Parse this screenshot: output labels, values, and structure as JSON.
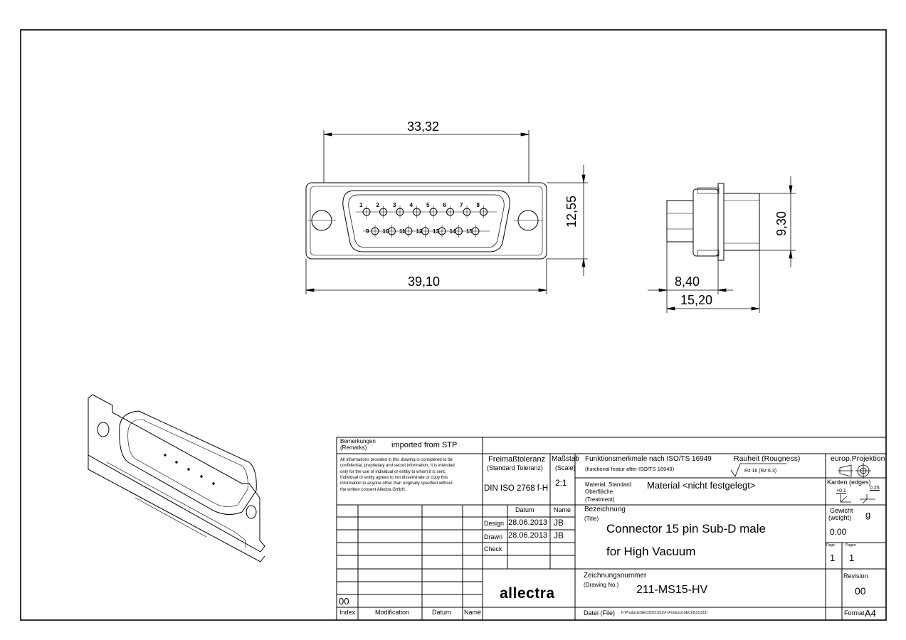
{
  "dimensions": {
    "front_width_inner": "33,32",
    "front_width_outer": "39,10",
    "front_height": "12,55",
    "side_height": "9,30",
    "side_depth_a": "8,40",
    "side_depth_b": "15,20"
  },
  "pins": {
    "top_row": [
      "1",
      "2",
      "3",
      "4",
      "5",
      "6",
      "7",
      "8"
    ],
    "bottom_row": [
      "9",
      "10",
      "11",
      "12",
      "13",
      "14",
      "15"
    ]
  },
  "title_block": {
    "remarks_label_de": "Bemerkungen",
    "remarks_label_en": "(Remarks)",
    "remarks_value": "imported from STP",
    "confidential_note": [
      "All informations provided in this drawing is considered to be",
      "confidential, proprietary and secret information. It is intended",
      "only for the use of individual or entitiy to whom it is sent.",
      "Individual or entity agrees to not disseminate or copy this",
      "information to anyone other than originally specified without",
      "the written consent Allectra GmbH."
    ],
    "tolerance_label_de": "Freimaßtoleranz",
    "tolerance_label_en": "(Standard Toleranz)",
    "tolerance_value": "DIN ISO 2768 f-H",
    "scale_label_de": "Maßstab",
    "scale_label_en": "(Scale)",
    "scale_value": "2:1",
    "functional_label_de": "Funktionsmerkmale nach ISO/TS 16949",
    "functional_label_en": "(functional featur after ISO/TS 16949)",
    "roughness_label": "Rauheit (Rougness)",
    "roughness_value": "Rz 16 (Rz 6.3)",
    "projection_label": "europ.Projektion",
    "material_label_1": "Material, Standard",
    "material_label_2": "Oberfläche",
    "material_label_3": "(Treatment)",
    "material_value": "Material <nicht festgelegt>",
    "edges_label": "Kanten (edges)",
    "edges_value_a": "+0.1",
    "edges_value_b": "0.25",
    "date_header": "Datum",
    "name_header": "Name",
    "design_label": "Design",
    "design_date": "28.06.2013",
    "design_name": "JB",
    "drawn_label": "Drawn",
    "drawn_date": "28.06.2013",
    "drawn_name": "JB",
    "check_label": "Check",
    "title_label_de": "Bezeichnung",
    "title_label_en": "(Title)",
    "title_line_1": "Connector 15 pin Sub-D male",
    "title_line_2": "for High Vacuum",
    "weight_label_de": "Gewicht",
    "weight_label_en": "(weight)",
    "weight_unit": "g",
    "weight_value": "0.00",
    "page_label": "Page:",
    "page_value": "1",
    "pages_label": "Pages:",
    "pages_value": "1",
    "drawing_no_label_de": "Zeichnungsnummer",
    "drawing_no_label_en": "(Drawing No.)",
    "drawing_no_value": "211-MS15-HV",
    "revision_label": "Revision",
    "revision_value": "00",
    "file_label": "Datei (File)",
    "file_value": "F:\\Products\\SEC02\\21\\211\\F:\\Products\\SEC02\\21\\211\\",
    "format_label": "Format",
    "format_value": "A4",
    "index_value": "00",
    "index_header": "Index",
    "modification_header": "Modification",
    "datum_header": "Datum",
    "name_header_2": "Name",
    "logo_text": "allectra"
  }
}
